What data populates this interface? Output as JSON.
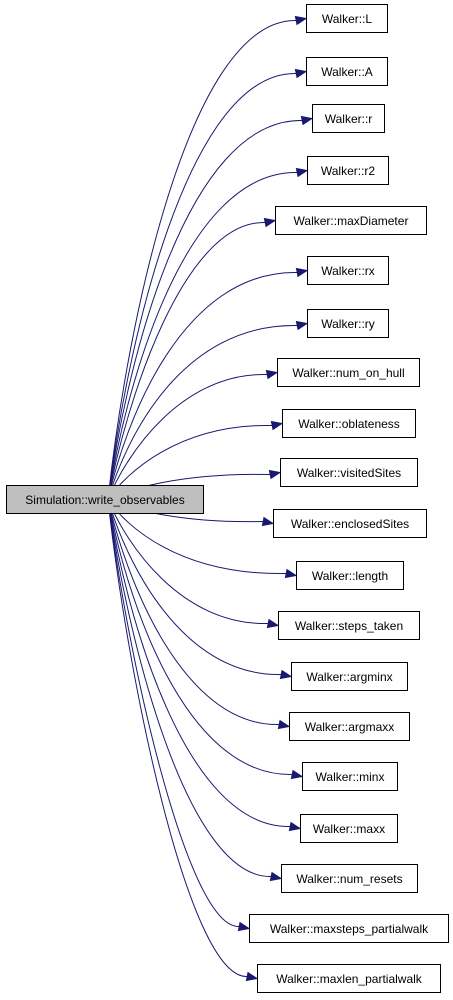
{
  "diagram": {
    "source": "Simulation::write_observables",
    "targets": [
      "Walker::L",
      "Walker::A",
      "Walker::r",
      "Walker::r2",
      "Walker::maxDiameter",
      "Walker::rx",
      "Walker::ry",
      "Walker::num_on_hull",
      "Walker::oblateness",
      "Walker::visitedSites",
      "Walker::enclosedSites",
      "Walker::length",
      "Walker::steps_taken",
      "Walker::argminx",
      "Walker::argmaxx",
      "Walker::minx",
      "Walker::maxx",
      "Walker::num_resets",
      "Walker::maxsteps_partialwalk",
      "Walker::maxlen_partialwalk"
    ]
  },
  "colors": {
    "edge": "#191970",
    "node_border": "#000000",
    "source_fill": "#bfbfbf",
    "target_fill": "#ffffff"
  }
}
